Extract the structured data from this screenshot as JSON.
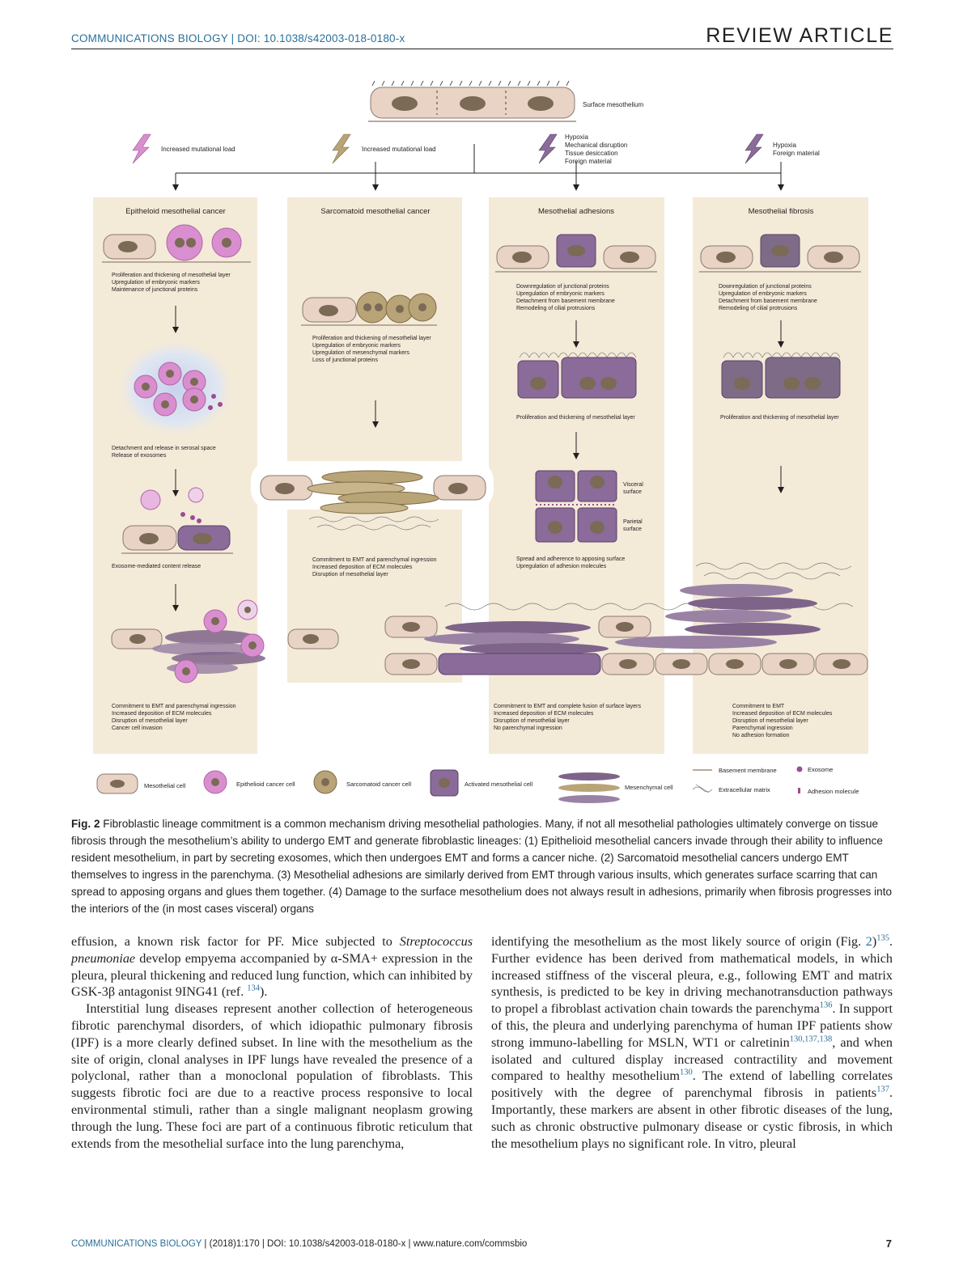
{
  "header": {
    "journal": "COMMUNICATIONS BIOLOGY | DOI: 10.1038/s42003-018-0180-x",
    "article_type": "REVIEW ARTICLE"
  },
  "figure": {
    "top_label": "Surface mesothelium",
    "triggers": [
      {
        "lines": [
          "Increased mutational load"
        ]
      },
      {
        "lines": [
          "Increased mutational load"
        ]
      },
      {
        "lines": [
          "Hypoxia",
          "Mechanical disruption",
          "Tissue desiccation",
          "Foreign material"
        ]
      },
      {
        "lines": [
          "Hypoxia",
          "Foreign material"
        ]
      }
    ],
    "panels": [
      {
        "title": "Epitheloid mesothelial cancer",
        "steps": [
          [
            "Proliferation and thickening of mesothelial layer",
            "Upregulation of embryonic markers",
            "Maintenance of junctional proteins"
          ],
          [
            "Detachment and release in serosal space",
            "Release of exosomes"
          ],
          [
            "Exosome-mediated content release"
          ],
          [
            "Commitment to EMT and parenchymal ingression",
            "Increased deposition of ECM molecules",
            "Disruption of mesothelial layer",
            "Cancer cell invasion"
          ]
        ]
      },
      {
        "title": "Sarcomatoid mesothelial cancer",
        "steps": [
          [
            "Proliferation and thickening of mesothelial layer",
            "Upregulation of embryonic markers",
            "Upregulation of mesenchymal markers",
            "Loss of junctional proteins"
          ],
          [
            "Commitment to EMT and parenchymal ingression",
            "Increased deposition of ECM molecules",
            "Disruption of mesothelial layer"
          ]
        ]
      },
      {
        "title": "Mesothelial adhesions",
        "steps": [
          [
            "Downregulation of junctional proteins",
            "Upregulation of embryonic markers",
            "Detachment from basement membrane",
            "Remodeling of cilial protrusions"
          ],
          [
            "Proliferation and thickening of mesothelial layer"
          ],
          [
            "Spread and adherence to apposing surface",
            "Upregulation of adhesion molecules"
          ],
          [
            "Commitment to EMT and complete fusion of surface layers",
            "Increased deposition of ECM molecules",
            "Disruption of mesothelial layer",
            "No parenchymal ingression"
          ]
        ],
        "surfaces": [
          "Visceral",
          "surface",
          "Parietal",
          "surface"
        ]
      },
      {
        "title": "Mesothelial fibrosis",
        "steps": [
          [
            "Downregulation of junctional proteins",
            "Upregulation of embryonic markers",
            "Detachment from basement membrane",
            "Remodeling of cilial protrusions"
          ],
          [
            "Proliferation and thickening of mesothelial layer"
          ],
          [
            "Commitment to EMT",
            "Increased deposition of ECM molecules",
            "Disruption of mesothelial layer",
            "Parenchymal ingression",
            "No adhesion formation"
          ]
        ]
      }
    ],
    "legend": {
      "mesothelial": "Mesothelial cell",
      "epithelioid": "Epithelioid cancer cell",
      "sarcomatoid": "Sarcomatoid cancer cell",
      "activated": "Activated mesothelial cell",
      "mesenchymal": "Mesenchymal cell",
      "basement": "Basement membrane",
      "ecm": "Extracellular matrix",
      "exosome": "Exosome",
      "adhesion": "Adhesion molecule"
    },
    "colors": {
      "panel": "#f4ead8",
      "meso": "#e8d3c5",
      "nucleus": "#7b6a55",
      "cancer": "#d98fcf",
      "sarco": "#b9a478",
      "activated": "#8a6b9a",
      "mesenchymal": "#7e6489"
    }
  },
  "caption": {
    "label": "Fig. 2",
    "text": "Fibroblastic lineage commitment is a common mechanism driving mesothelial pathologies. Many, if not all mesothelial pathologies ultimately converge on tissue fibrosis through the mesothelium’s ability to undergo EMT and generate fibroblastic lineages: (1) Epithelioid mesothelial cancers invade through their ability to influence resident mesothelium, in part by secreting exosomes, which then undergoes EMT and forms a cancer niche. (2) Sarcomatoid mesothelial cancers undergo EMT themselves to ingress in the parenchyma. (3) Mesothelial adhesions are similarly derived from EMT through various insults, which generates surface scarring that can spread to apposing organs and glues them together. (4) Damage to the surface mesothelium does not always result in adhesions, primarily when fibrosis progresses into the interiors of the (in most cases visceral) organs"
  },
  "body": {
    "left": {
      "p1a": "effusion, a known risk factor for PF. Mice subjected to ",
      "p1_species": "Streptococcus pneumoniae",
      "p1b": " develop empyema accompanied by α-SMA+ expression in the pleura, pleural thickening and reduced lung function, which can inhibited by GSK-3β antagonist 9ING41 (ref. ",
      "p1_ref": "134",
      "p1c": ").",
      "p2": "Interstitial lung diseases represent another collection of heterogeneous fibrotic parenchymal disorders, of which idiopathic pulmonary fibrosis (IPF) is a more clearly defined subset. In line with the mesothelium as the site of origin, clonal analyses in IPF lungs have revealed the presence of a polyclonal, rather than a monoclonal population of fibroblasts. This suggests fibrotic foci are due to a reactive process responsive to local environmental stimuli, rather than a single malignant neoplasm growing through the lung. These foci are part of a continuous fibrotic reticulum that extends from the mesothelial surface into the lung parenchyma,"
    },
    "right": {
      "t1": "identifying the mesothelium as the most likely source of origin (Fig. ",
      "fig_ref": "2",
      "t2": ")",
      "r1": "135",
      "t3": ". Further evidence has been derived from mathematical models, in which increased stiffness of the visceral pleura, e.g., following EMT and matrix synthesis, is predicted to be key in driving mechanotransduction pathways to propel a fibroblast activation chain towards the parenchyma",
      "r2": "136",
      "t4": ". In support of this, the pleura and underlying parenchyma of human IPF patients show strong immuno-labelling for MSLN, WT1 or calretinin",
      "r3": "130,137,138",
      "t5": ", and when isolated and cultured display increased contractility and movement compared to healthy mesothelium",
      "r4": "130",
      "t6": ". The extend of labelling correlates positively with the degree of parenchymal fibrosis in patients",
      "r5": "137",
      "t7": ". Importantly, these markers are absent in other fibrotic diseases of the lung, such as chronic obstructive pulmonary disease or cystic fibrosis, in which the mesothelium plays no significant role. In vitro, pleural"
    }
  },
  "footer": {
    "journal": "COMMUNICATIONS BIOLOGY",
    "rest": " | (2018)1:170 | DOI: 10.1038/s42003-018-0180-x | www.nature.com/commsbio",
    "page": "7"
  }
}
